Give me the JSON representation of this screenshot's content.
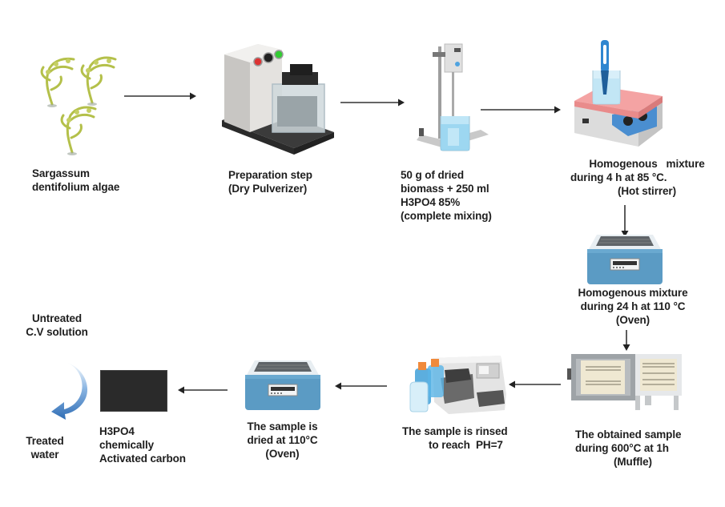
{
  "title": "Preparation of H3PO4 chemically activated carbon from Sargassum dentifolium algae",
  "steps": [
    {
      "id": "algae",
      "icon": "seaweed-icon",
      "lines": [
        "Sargassum",
        "dentifolium algae"
      ]
    },
    {
      "id": "pulverizer",
      "icon": "dry-pulverizer-icon",
      "lines": [
        "Preparation step",
        "(Dry Pulverizer)"
      ]
    },
    {
      "id": "mixing",
      "icon": "overhead-stirrer-icon",
      "lines": [
        "50 g of dried",
        "biomass + 250 ml",
        "H3PO4 85%",
        "(complete mixing)"
      ]
    },
    {
      "id": "hot-stirrer",
      "icon": "hot-plate-stirrer-icon",
      "lines": [
        "Homogenous   mixture",
        "during 4 h at 85 °C.",
        "(Hot stirrer)"
      ]
    },
    {
      "id": "oven-24h",
      "icon": "oven-icon",
      "lines": [
        "Homogenous mixture",
        "during 24 h at 110 °C",
        "(Oven)"
      ]
    },
    {
      "id": "muffle",
      "icon": "muffle-furnace-icon",
      "lines": [
        "The obtained sample",
        "during 600°C at 1h",
        "(Muffle)"
      ]
    },
    {
      "id": "rinse",
      "icon": "washer-instrument-icon",
      "lines": [
        "The sample is rinsed",
        "to reach  PH=7"
      ]
    },
    {
      "id": "dry-oven",
      "icon": "oven-icon",
      "lines": [
        "The sample is",
        "dried at 110°C",
        "(Oven)"
      ]
    },
    {
      "id": "activated-carbon",
      "icon": "activated-carbon-block-icon",
      "lines": [
        "H3PO4",
        "chemically",
        "Activated carbon"
      ]
    }
  ],
  "treatment": {
    "input_lines": [
      "Untreated",
      "C.V solution"
    ],
    "output_lines": [
      "Treated",
      "water"
    ]
  },
  "colors": {
    "text": "#1e1e1e",
    "arrow": "#333333",
    "algae": "#a9b83a",
    "oven_blue": "#5b9bc4",
    "water_blue": "#8fd0ee",
    "hotplate_red": "#f4a3a3",
    "carbon": "#2a2a2a",
    "curved_arrow": "#2f6db5"
  }
}
